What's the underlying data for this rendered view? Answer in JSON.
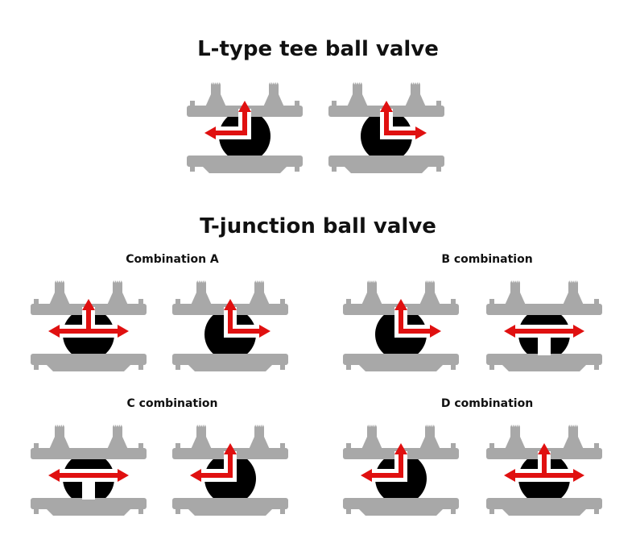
{
  "title_l": "L-type tee ball valve",
  "title_t": "T-junction ball valve",
  "groups": {
    "a": "Combination A",
    "b": "B combination",
    "c": "C combination",
    "d": "D combination"
  },
  "colors": {
    "body": "#a8a8a8",
    "ball": "#000000",
    "arrow": "#e01010",
    "bore": "#ffffff"
  },
  "valves": [
    {
      "id": "l1",
      "bore": "L",
      "open": [
        "top",
        "left"
      ],
      "arrows": [
        "top",
        "left"
      ]
    },
    {
      "id": "l2",
      "bore": "L",
      "open": [
        "top",
        "right"
      ],
      "arrows": [
        "top",
        "right"
      ]
    },
    {
      "id": "a1",
      "bore": "T",
      "open": [
        "top",
        "left",
        "right"
      ],
      "arrows": [
        "top",
        "left",
        "right"
      ]
    },
    {
      "id": "a2",
      "bore": "L",
      "open": [
        "top",
        "right"
      ],
      "arrows": [
        "top",
        "right"
      ]
    },
    {
      "id": "b1",
      "bore": "L",
      "open": [
        "top",
        "right"
      ],
      "arrows": [
        "top",
        "right"
      ]
    },
    {
      "id": "b2",
      "bore": "T",
      "open": [
        "left",
        "right",
        "bottom"
      ],
      "arrows": [
        "left",
        "right"
      ]
    },
    {
      "id": "c1",
      "bore": "T",
      "open": [
        "left",
        "right",
        "bottom"
      ],
      "arrows": [
        "left",
        "right"
      ]
    },
    {
      "id": "c2",
      "bore": "L",
      "open": [
        "top",
        "left"
      ],
      "arrows": [
        "top",
        "left"
      ]
    },
    {
      "id": "d1",
      "bore": "L",
      "open": [
        "top",
        "left"
      ],
      "arrows": [
        "top",
        "left"
      ]
    },
    {
      "id": "d2",
      "bore": "T",
      "open": [
        "top",
        "left",
        "right"
      ],
      "arrows": [
        "top",
        "left",
        "right"
      ]
    }
  ]
}
